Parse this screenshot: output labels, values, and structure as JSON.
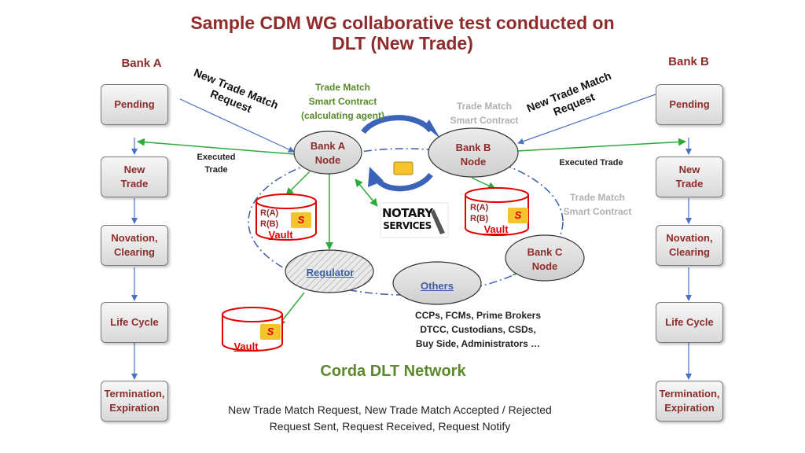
{
  "title": "Sample CDM WG collaborative test conducted on\nDLT (New Trade)",
  "bank_a": {
    "label": "Bank  A",
    "states": [
      "Pending",
      "New\nTrade",
      "Novation,\nClearing",
      "Life Cycle",
      "Termination,\nExpiration"
    ]
  },
  "bank_b": {
    "label": "Bank  B",
    "states": [
      "Pending",
      "New\nTrade",
      "Novation,\nClearing",
      "Life Cycle",
      "Termination,\nExpiration"
    ]
  },
  "request_left": "New Trade Match\nRequest",
  "request_right": "New Trade Match\nRequest",
  "smart_contract_main": "Trade Match\nSmart Contract\n(calculating agent)",
  "smart_contract_top_grey": "Trade Match\nSmart Contract",
  "smart_contract_right_grey": "Trade Match\nSmart Contract",
  "executed_left": "Executed\nTrade",
  "executed_right": "Executed Trade",
  "nodes": {
    "bank_a": "Bank A\nNode",
    "bank_b": "Bank B\nNode",
    "bank_c": "Bank C\nNode",
    "regulator": "Regulator",
    "others": "Others"
  },
  "vaults": [
    {
      "rab": "R(A)\nR(B)",
      "label": "Vault",
      "s": "S"
    },
    {
      "rab": "R(A)\nR(B)",
      "label": "Vault",
      "s": "S"
    },
    {
      "rab": "",
      "label": "Vault",
      "s": "S"
    }
  ],
  "notary": {
    "line1": "NOTARY",
    "line2": "SERVICES"
  },
  "others_list": "CCPs, FCMs, Prime Brokers\nDTCC, Custodians, CSDs,\nBuy Side, Administrators …",
  "network_label": "Corda DLT Network",
  "footer": "New Trade Match Request, New Trade Match Accepted / Rejected\nRequest Sent, Request Received, Request Notify",
  "colors": {
    "title": "#8e2b2b",
    "green_arrow": "#2eaa3a",
    "blue_arrow": "#4a72c4",
    "vault_red": "#e00000",
    "network_green": "#5a8a2a"
  }
}
